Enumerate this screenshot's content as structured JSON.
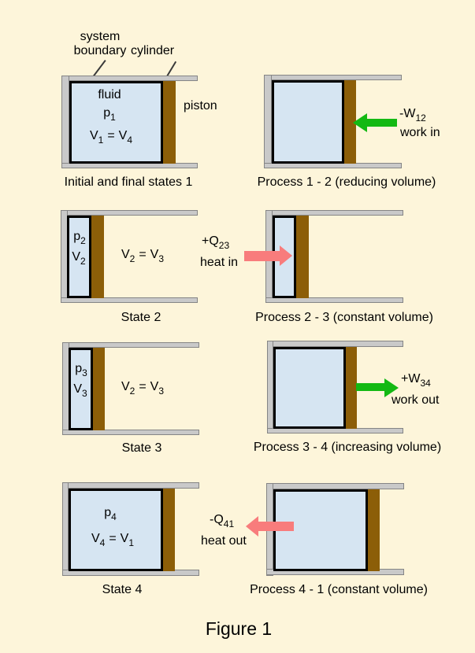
{
  "figure": {
    "caption": "Figure 1"
  },
  "colors": {
    "background": "#FDF5DA",
    "cylinder_gray": "#C9C9C9",
    "fluid_blue": "#D6E5F2",
    "piston_brown": "#8C5E08",
    "work_green": "#13B913",
    "heat_pink": "#F87C7C"
  },
  "annotations": {
    "system_boundary_line1": "system",
    "system_boundary_line2": "boundary",
    "cylinder": "cylinder",
    "fluid": "fluid",
    "piston": "piston"
  },
  "state1": {
    "pressure": {
      "base": "p",
      "sub": "1"
    },
    "volume": {
      "a": "V",
      "a_sub": "1",
      "eq": "=",
      "b": "V",
      "b_sub": "4"
    },
    "caption": "Initial and final states 1"
  },
  "process12": {
    "arrow_label": {
      "base": "-W",
      "sub": "12"
    },
    "arrow_text": "work in",
    "caption": "Process 1 - 2 (reducing volume)"
  },
  "state2": {
    "pressure": {
      "base": "p",
      "sub": "2"
    },
    "volume_in": {
      "base": "V",
      "sub": "2"
    },
    "volume_eq": {
      "a": "V",
      "a_sub": "2",
      "eq": "=",
      "b": "V",
      "b_sub": "3"
    },
    "caption": "State 2"
  },
  "process23": {
    "arrow_label": {
      "base": "+Q",
      "sub": "23"
    },
    "arrow_text": "heat in",
    "caption": "Process 2 - 3 (constant volume)"
  },
  "state3": {
    "pressure": {
      "base": "p",
      "sub": "3"
    },
    "volume_in": {
      "base": "V",
      "sub": "3"
    },
    "volume_eq": {
      "a": "V",
      "a_sub": "2",
      "eq": "=",
      "b": "V",
      "b_sub": "3"
    },
    "caption": "State 3"
  },
  "process34": {
    "arrow_label": {
      "base": "+W",
      "sub": "34"
    },
    "arrow_text": "work out",
    "caption": "Process 3 - 4 (increasing volume)"
  },
  "state4": {
    "pressure": {
      "base": "p",
      "sub": "4"
    },
    "volume_eq": {
      "a": "V",
      "a_sub": "4",
      "eq": "=",
      "b": "V",
      "b_sub": "1"
    },
    "caption": "State 4"
  },
  "process41": {
    "arrow_label": {
      "base": "-Q",
      "sub": "41"
    },
    "arrow_text": "heat out",
    "caption": "Process 4 - 1 (constant volume)"
  }
}
